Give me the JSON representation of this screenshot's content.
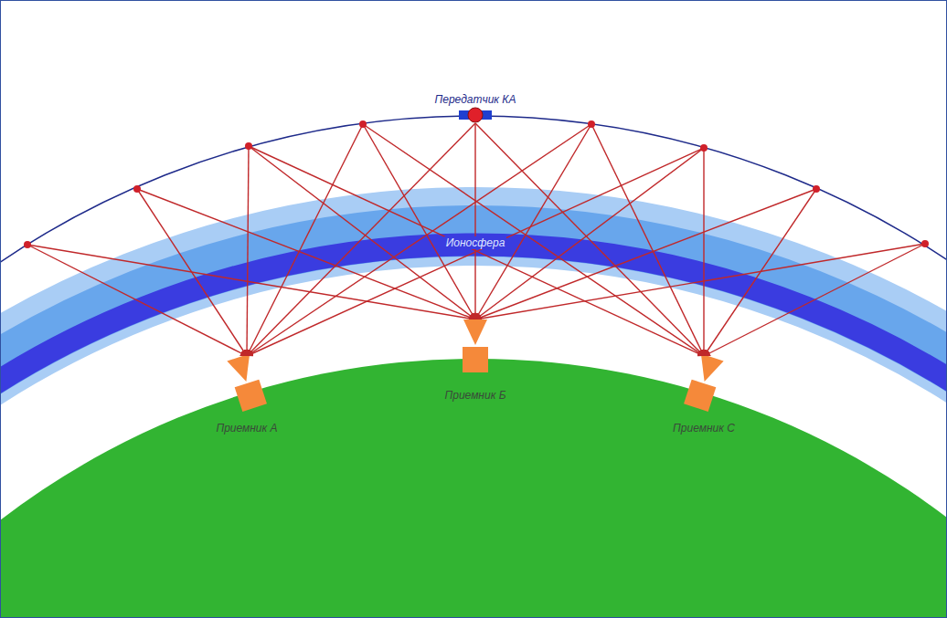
{
  "diagram": {
    "nodes": [
      {
        "text": [
          "Передатчик КА"
        ]
      },
      {
        "text": [
          "Приемник А"
        ]
      },
      {
        "text": [
          "Приемник Б"
        ]
      },
      {
        "text": [
          "Приемник С"
        ]
      }
    ],
    "edges": [
      {
        "from": 0,
        "to": 1,
        "arrow": "to"
      },
      {
        "from": 0,
        "to": 2,
        "arrow": "to"
      },
      {
        "from": 0,
        "to": 3,
        "arrow": "to"
      }
    ],
    "labels": [
      "Ионосфера"
    ]
  }
}
